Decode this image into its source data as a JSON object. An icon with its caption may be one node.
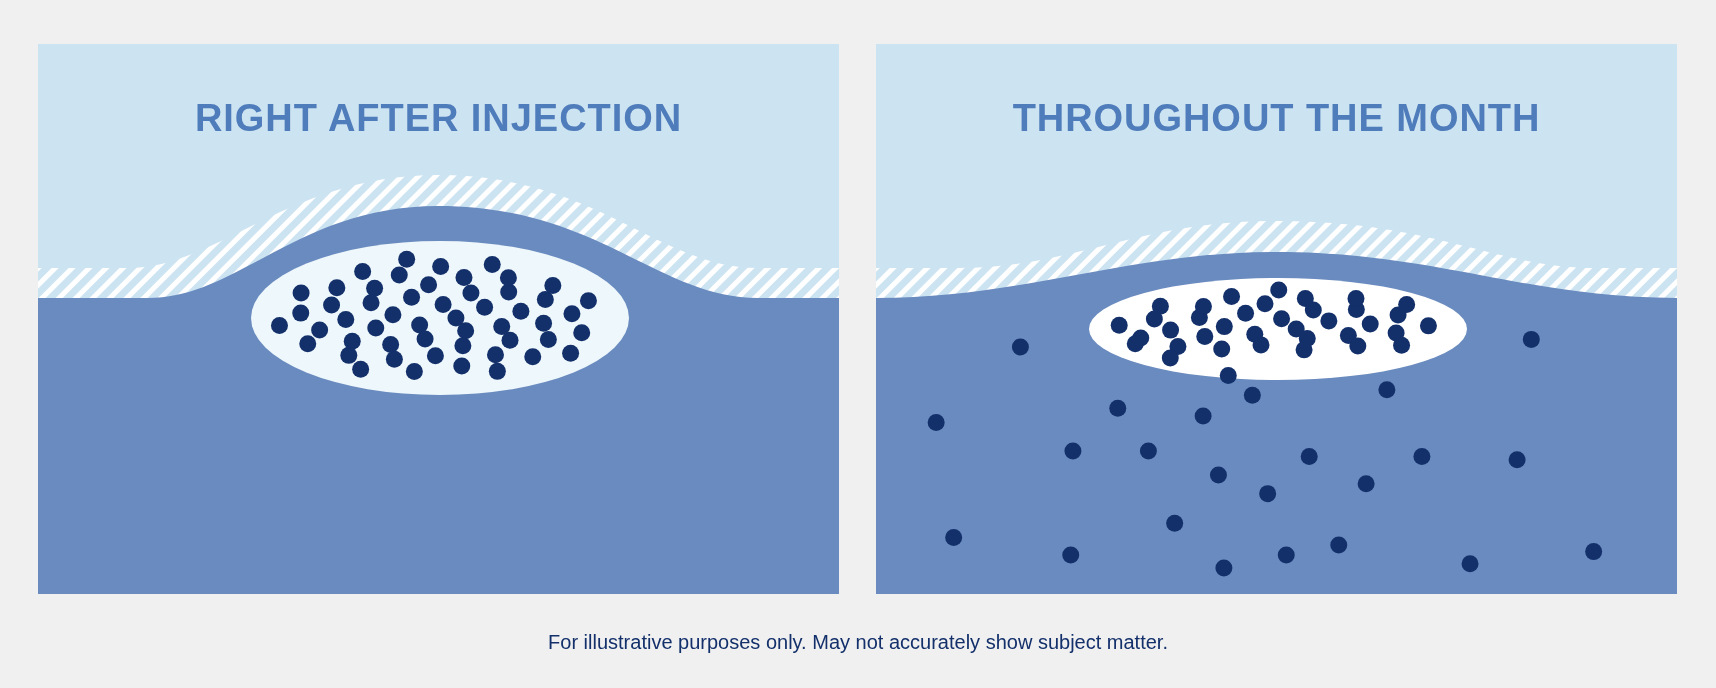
{
  "diagram": {
    "nodes": [
      {
        "text": [
          "RIGHT AFTER INJECTION"
        ]
      },
      {
        "text": [
          "THROUGHOUT THE MONTH"
        ]
      }
    ],
    "caption": "For illustrative purposes only. May not accurately show subject matter."
  }
}
